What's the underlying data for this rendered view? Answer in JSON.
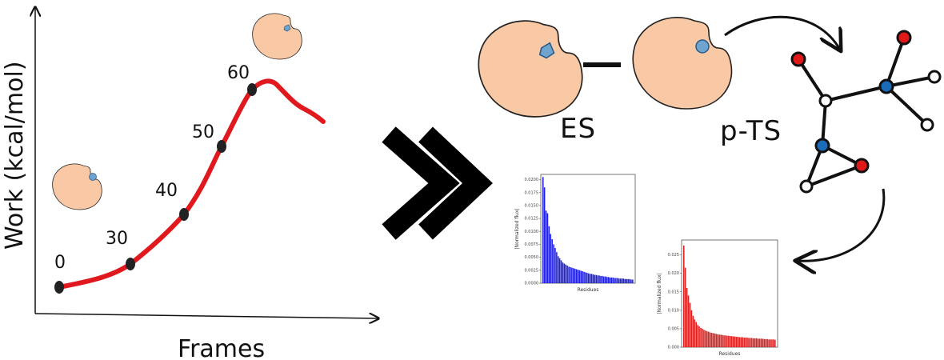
{
  "work_plot": {
    "ylabel": "Work (kcal/mol)",
    "xlabel": "Frames",
    "frame_labels": [
      "0",
      "30",
      "40",
      "50",
      "60"
    ]
  },
  "states": {
    "es_label": "ES",
    "pts_label": "p-TS",
    "connector": "–"
  },
  "colors": {
    "curve": "#e0191e",
    "enzyme_fill": "#f9c9a6",
    "substrate": "#6fa4cf",
    "blue_bars": "#1f1fdd",
    "red_bars": "#dd2222",
    "node_red": "#e01818",
    "node_blue": "#1a6bb8"
  },
  "chart_data": [
    {
      "type": "bar",
      "title": "",
      "xlabel": "Residues",
      "ylabel": "|Normalized flux|",
      "yticks": [
        "0.0000",
        "0.0025",
        "0.0050",
        "0.0075",
        "0.0100",
        "0.0125",
        "0.0150",
        "0.0175",
        "0.0200"
      ],
      "ylim": [
        0,
        0.021
      ],
      "color": "#1f1fdd",
      "values": [
        0.0205,
        0.0185,
        0.014,
        0.0135,
        0.011,
        0.0095,
        0.0085,
        0.0075,
        0.0068,
        0.006,
        0.0052,
        0.0048,
        0.0044,
        0.004,
        0.0038,
        0.0036,
        0.0034,
        0.0032,
        0.0031,
        0.003,
        0.0029,
        0.0028,
        0.0027,
        0.0026,
        0.0025,
        0.0024,
        0.0023,
        0.0022,
        0.0021,
        0.002,
        0.0019,
        0.0018,
        0.0018,
        0.0017,
        0.0016,
        0.0016,
        0.0015,
        0.0015,
        0.0014,
        0.0014,
        0.0013,
        0.0013,
        0.0012,
        0.0012,
        0.0011,
        0.0011,
        0.0011,
        0.001,
        0.001,
        0.001,
        0.0009,
        0.0009,
        0.0009,
        0.0009,
        0.0008,
        0.0008,
        0.0008,
        0.0008,
        0.0007,
        0.0007
      ]
    },
    {
      "type": "bar",
      "title": "",
      "xlabel": "Residues",
      "ylabel": "|Normalized flux|",
      "yticks": [
        "0.000",
        "0.005",
        "0.010",
        "0.015",
        "0.020",
        "0.025"
      ],
      "ylim": [
        0,
        0.029
      ],
      "color": "#dd2222",
      "values": [
        0.0275,
        0.0215,
        0.016,
        0.014,
        0.012,
        0.01,
        0.0085,
        0.0075,
        0.0068,
        0.006,
        0.0056,
        0.0052,
        0.005,
        0.0047,
        0.0045,
        0.0043,
        0.0042,
        0.004,
        0.0039,
        0.0038,
        0.0037,
        0.0036,
        0.0035,
        0.0034,
        0.0034,
        0.0033,
        0.0032,
        0.0032,
        0.0031,
        0.0031,
        0.003,
        0.003,
        0.0029,
        0.0029,
        0.0028,
        0.0028,
        0.0027,
        0.0027,
        0.0027,
        0.0026,
        0.0026,
        0.0026,
        0.0025,
        0.0025,
        0.0025,
        0.0024,
        0.0024,
        0.0024,
        0.0023,
        0.0023,
        0.0023,
        0.0023,
        0.0022,
        0.0022,
        0.0022,
        0.0021,
        0.0021,
        0.0021,
        0.0021,
        0.002
      ]
    }
  ]
}
